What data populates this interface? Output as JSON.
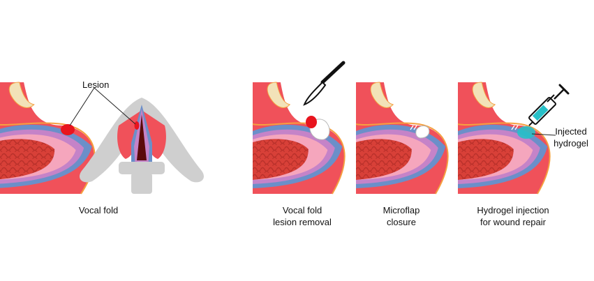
{
  "labels": {
    "lesion": "Lesion",
    "vocal_fold": "Vocal fold",
    "removal_line1": "Vocal fold",
    "removal_line2": "lesion removal",
    "closure_line1": "Microflap",
    "closure_line2": "closure",
    "injection_line1": "Hydrogel injection",
    "injection_line2": "for wound repair",
    "injected_line1": "Injected",
    "injected_line2": "hydrogel"
  },
  "colors": {
    "tissue_red": "#f0515a",
    "muscle": "#d84038",
    "cartilage": "#f2e2b8",
    "epithelium_orange": "#f5a040",
    "mucosa_blue": "#6b8fc9",
    "mucosa_purple": "#c583c8",
    "mucosa_pink": "#f5a6bd",
    "lesion": "#e8141e",
    "hydrogel": "#27c0c8",
    "laryngeal_gray": "#cfcfcf",
    "instrument_black": "#111111"
  },
  "icons": [
    "scalpel-icon",
    "syringe-icon"
  ]
}
